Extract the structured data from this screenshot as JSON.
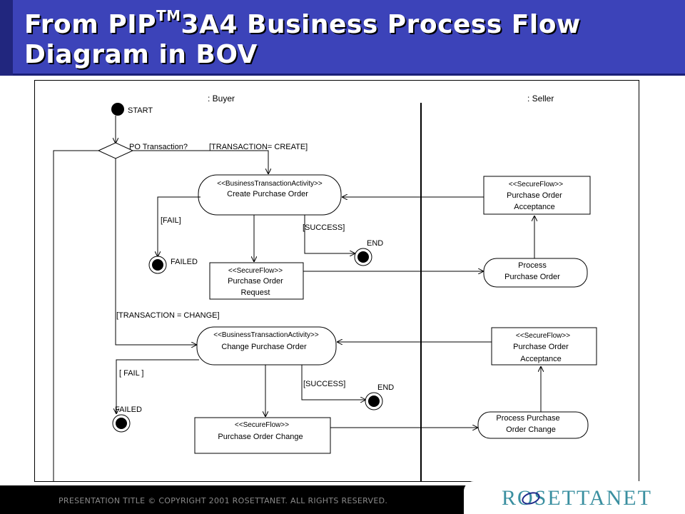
{
  "title": {
    "line1_before": "From PIP",
    "superscript": "TM",
    "line1_after": "3A4 Business Process Flow",
    "line2": "Diagram in BOV"
  },
  "diagram": {
    "swimlanes": {
      "buyer": ": Buyer",
      "seller": ": Seller"
    },
    "start": "START",
    "decision": "PO Transaction?",
    "guard_create": "[TRANSACTION= CREATE]",
    "guard_change": "[TRANSACTION = CHANGE]",
    "create_activity": {
      "stereotype": "<<BusinessTransactionActivity>>",
      "name": "Create Purchase Order"
    },
    "change_activity": {
      "stereotype": "<<BusinessTransactionActivity>>",
      "name": "Change Purchase Order"
    },
    "fail_guard_1": "[FAIL]",
    "fail_guard_2": "[ FAIL ]",
    "success_guard_1": "[SUCCESS]",
    "success_guard_2": "[SUCCESS]",
    "failed_1": "FAILED",
    "failed_2": "FAILED",
    "end_1": "END",
    "end_2": "END",
    "po_request": {
      "stereotype": "<<SecureFlow>>",
      "line1": "Purchase Order",
      "line2": "Request"
    },
    "po_change": {
      "stereotype": "<<SecureFlow>>",
      "line1": "Purchase Order Change"
    },
    "po_acceptance_1": {
      "stereotype": "<<SecureFlow>>",
      "line1": "Purchase Order",
      "line2": "Acceptance"
    },
    "po_acceptance_2": {
      "stereotype": "<<SecureFlow>>",
      "line1": "Purchase Order",
      "line2": "Acceptance"
    },
    "process_po": {
      "line1": "Process",
      "line2": "Purchase Order"
    },
    "process_po_change": {
      "line1": "Process Purchase",
      "line2": "Order Change"
    }
  },
  "footer": {
    "text": "PRESENTATION TITLE  © COPYRIGHT 2001 ROSETTANET.  ALL RIGHTS RESERVED.",
    "logo": "ROSETTANET"
  },
  "colors": {
    "title_bar": "#3c43b9",
    "footer": "#000000",
    "logo": "#3a8fa0"
  }
}
